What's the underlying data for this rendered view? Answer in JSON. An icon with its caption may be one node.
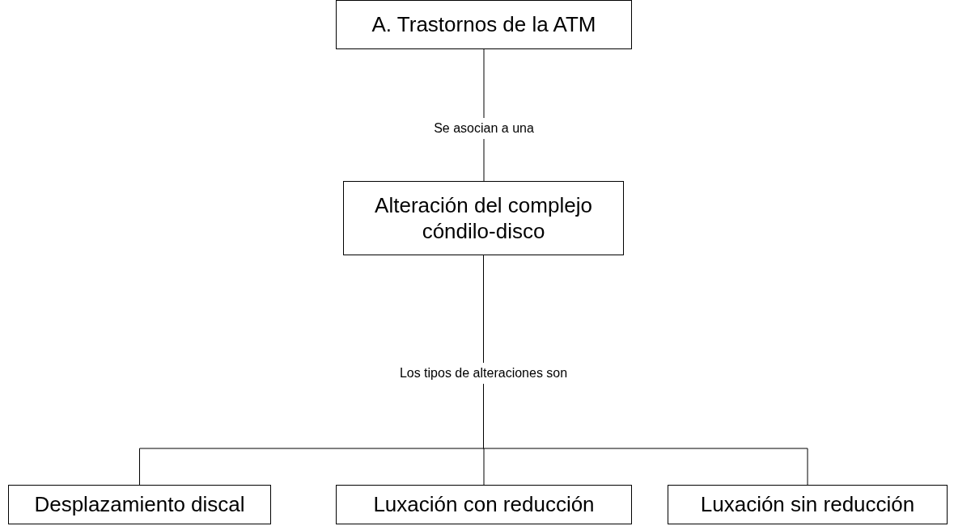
{
  "diagram": {
    "nodes": [
      {
        "text": [
          "A. Trastornos de la ATM"
        ]
      },
      {
        "text": [
          "Alteración del complejo cóndilo-disco"
        ]
      },
      {
        "text": [
          "Desplazamiento discal"
        ]
      },
      {
        "text": [
          "Luxación con reducción"
        ]
      },
      {
        "text": [
          "Luxación sin reducción"
        ]
      }
    ],
    "edges": [
      {
        "from": 0,
        "to": 1,
        "arrow": "none",
        "label": "Se asocian a una"
      },
      {
        "from": 1,
        "to": 2,
        "arrow": "none"
      },
      {
        "from": 1,
        "to": 3,
        "arrow": "none",
        "label": "Los tipos de alteraciones son"
      },
      {
        "from": 1,
        "to": 4,
        "arrow": "none"
      }
    ]
  }
}
